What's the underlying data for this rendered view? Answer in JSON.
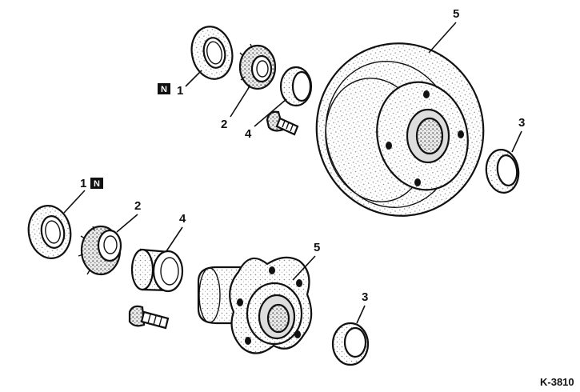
{
  "callouts": {
    "top_1": "1",
    "top_2": "2",
    "top_3": "3",
    "top_4": "4",
    "top_5": "5",
    "bot_1": "1",
    "bot_2": "2",
    "bot_3": "3",
    "bot_4": "4",
    "bot_5": "5"
  },
  "new_part_marker": "N",
  "figure_code": "K-3810"
}
